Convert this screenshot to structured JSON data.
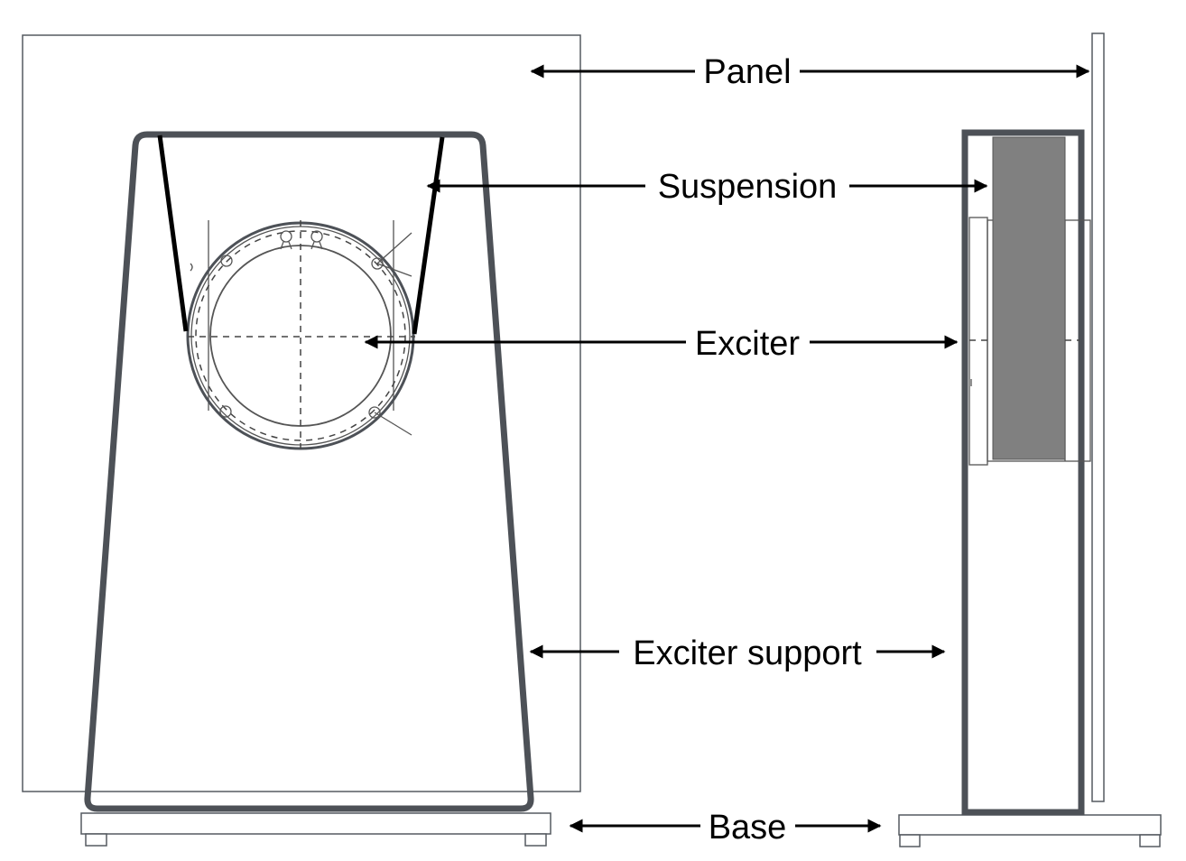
{
  "labels": {
    "panel": "Panel",
    "suspension": "Suspension",
    "exciter": "Exciter",
    "exciter_support": "Exciter support",
    "base": "Base"
  },
  "colors": {
    "frame": "#4d5157",
    "magnet_block": "#808080",
    "line": "#000000",
    "background": "#ffffff"
  }
}
